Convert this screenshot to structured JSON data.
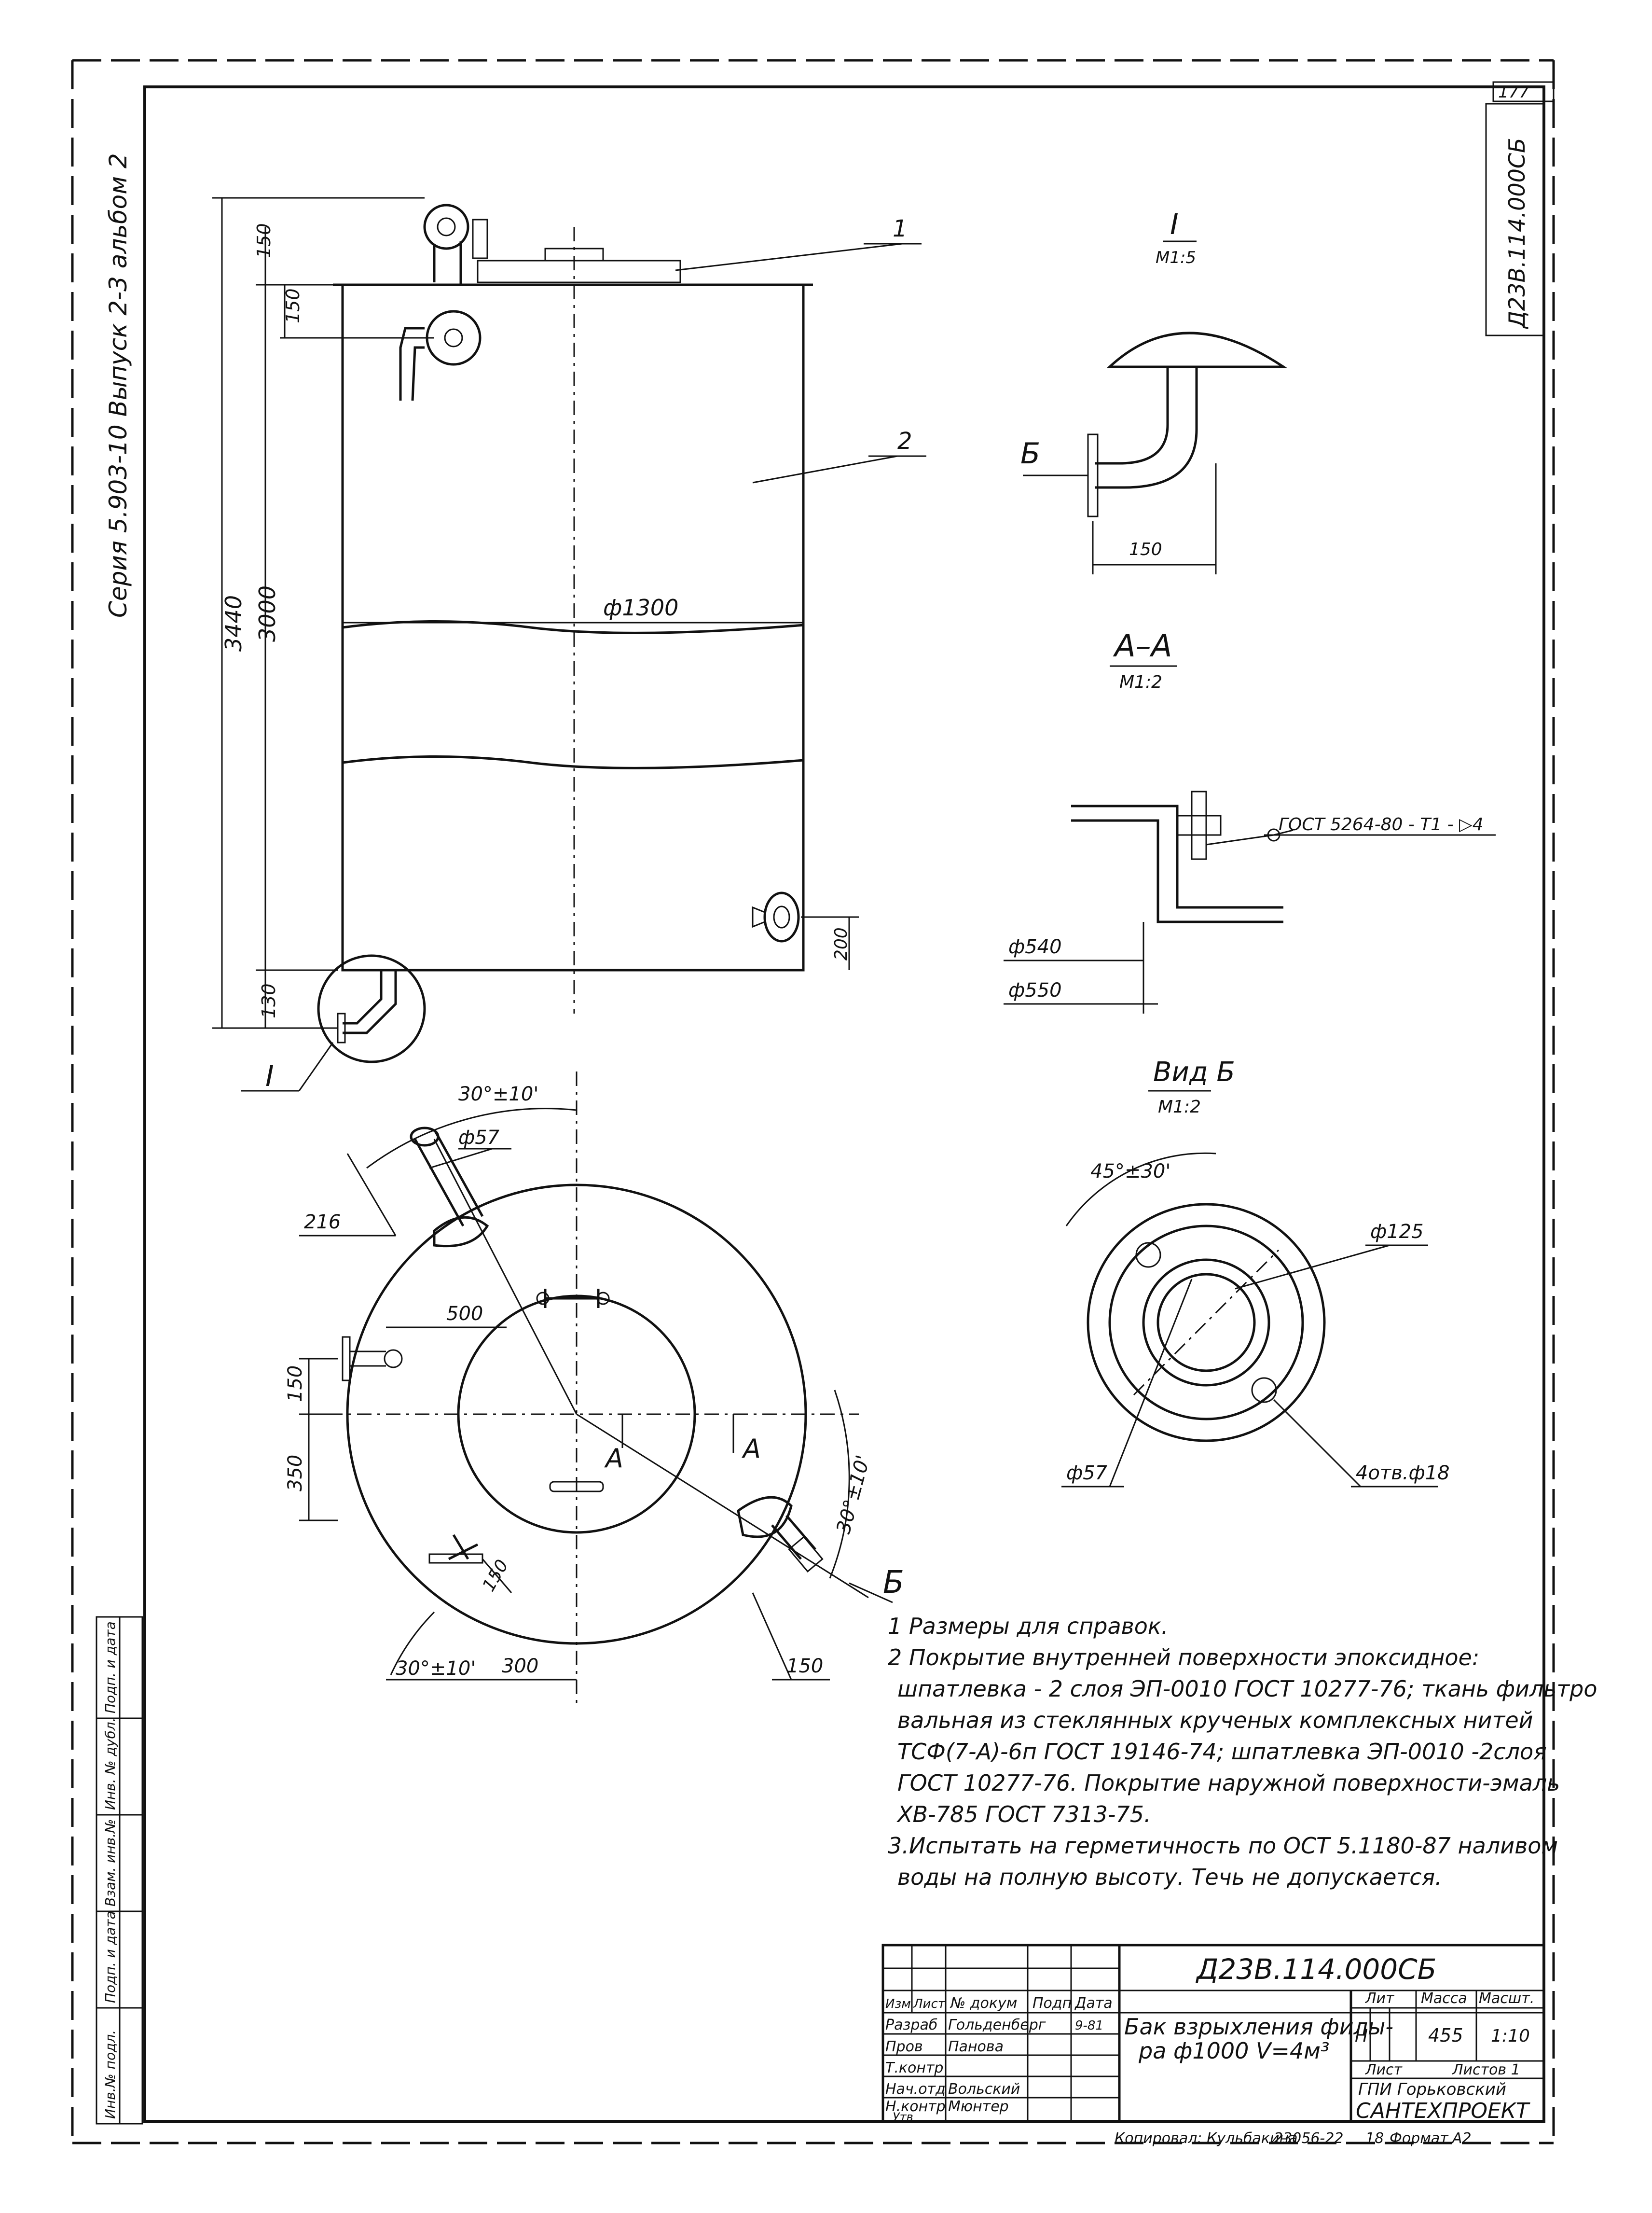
{
  "sheet_number": "177",
  "series_label": "Серия 5.903-10 Выпуск 2-3 альбом 2",
  "doc_code_rotated": "Д23В.114.000СБ",
  "callouts": {
    "c1": "1",
    "c2": "2"
  },
  "dims_elevation": {
    "d150_top": "150",
    "d150_second": "150",
    "d3440": "3440",
    "d3000": "3000",
    "d130": "130",
    "d200": "200",
    "dia1300": "ф1300"
  },
  "view_I_label": "I",
  "detail_I": {
    "title": "I",
    "scale": "М1:5",
    "arrow_label": "Б",
    "dim150": "150"
  },
  "section_AA": {
    "title": "А–А",
    "scale": "М1:2",
    "gost": "ГОСТ 5264-80 - Т1 - ▷4",
    "dia540": "ф540",
    "dia550": "ф550"
  },
  "view_B": {
    "title": "Вид Б",
    "scale": "М1:2",
    "angle": "45°±30'",
    "dia125": "ф125",
    "dia57": "ф57",
    "holes": "4отв.ф18"
  },
  "plan_view": {
    "angle_top": "30°±10'",
    "dia57": "ф57",
    "d216": "216",
    "d500": "500",
    "d150": "150",
    "d350": "350",
    "section_A_left": "А",
    "section_A_right": "А",
    "angle_right": "30°±10'",
    "view_B_marker": "Б",
    "d150_diag": "150",
    "angle_bottom": "30°±10'",
    "d300": "300",
    "d150_bottom": "150"
  },
  "notes": [
    "1 Размеры для справок.",
    "2 Покрытие внутренней поверхности эпоксидное:",
    "шпатлевка - 2 слоя ЭП-0010 ГОСТ 10277-76; ткань фильтро",
    "вальная из стеклянных крученых комплексных нитей",
    "ТСФ(7-А)-6п ГОСТ 19146-74; шпатлевка ЭП-0010 -2слоя",
    "ГОСТ 10277-76. Покрытие наружной поверхности-эмаль",
    "ХВ-785 ГОСТ 7313-75.",
    "3.Испытать на герметичность по ОСТ 5.1180-87 наливом",
    "воды на полную высоту. Течь не допускается."
  ],
  "title_block": {
    "designation": "Д23В.114.000СБ",
    "name_line1": "Бак взрыхления филы-",
    "name_line2": "ра ф1000 V=4м³",
    "hdr_izm": "Изм",
    "hdr_list": "Лист",
    "hdr_ndoc": "№ докум",
    "hdr_podp": "Подп",
    "hdr_data": "Дата",
    "role_razrab": "Разраб",
    "name_razrab": "Гольденберг",
    "date_razrab": "9-81",
    "role_prov": "Пров",
    "name_prov": "Панова",
    "role_tkontr": "Т.контр",
    "role_nachotd": "Нач.отд",
    "name_nachotd": "Вольский",
    "role_nkontr": "Н.контр",
    "name_nkontr": "Мюнтер",
    "role_utv": "Утв",
    "hdr_lit": "Лит",
    "hdr_massa": "Масса",
    "hdr_masshtab": "Масшт.",
    "lit": "Н",
    "massa": "455",
    "masshtab": "1:10",
    "hdr_list2": "Лист",
    "hdr_listov": "Листов 1",
    "org1": "ГПИ Горьковский",
    "org2": "САНТЕХПРОЕКТ"
  },
  "footer": {
    "copied": "Копировал: Кульбакина",
    "number": "23056-22",
    "sheet": "18",
    "format_label": "Формат",
    "format": "А2"
  },
  "left_stamp": [
    "Инв.№ подл.",
    "Подп. и дата",
    "Взам. инв.№",
    "Инв. № дубл.",
    "Подп. и дата"
  ]
}
